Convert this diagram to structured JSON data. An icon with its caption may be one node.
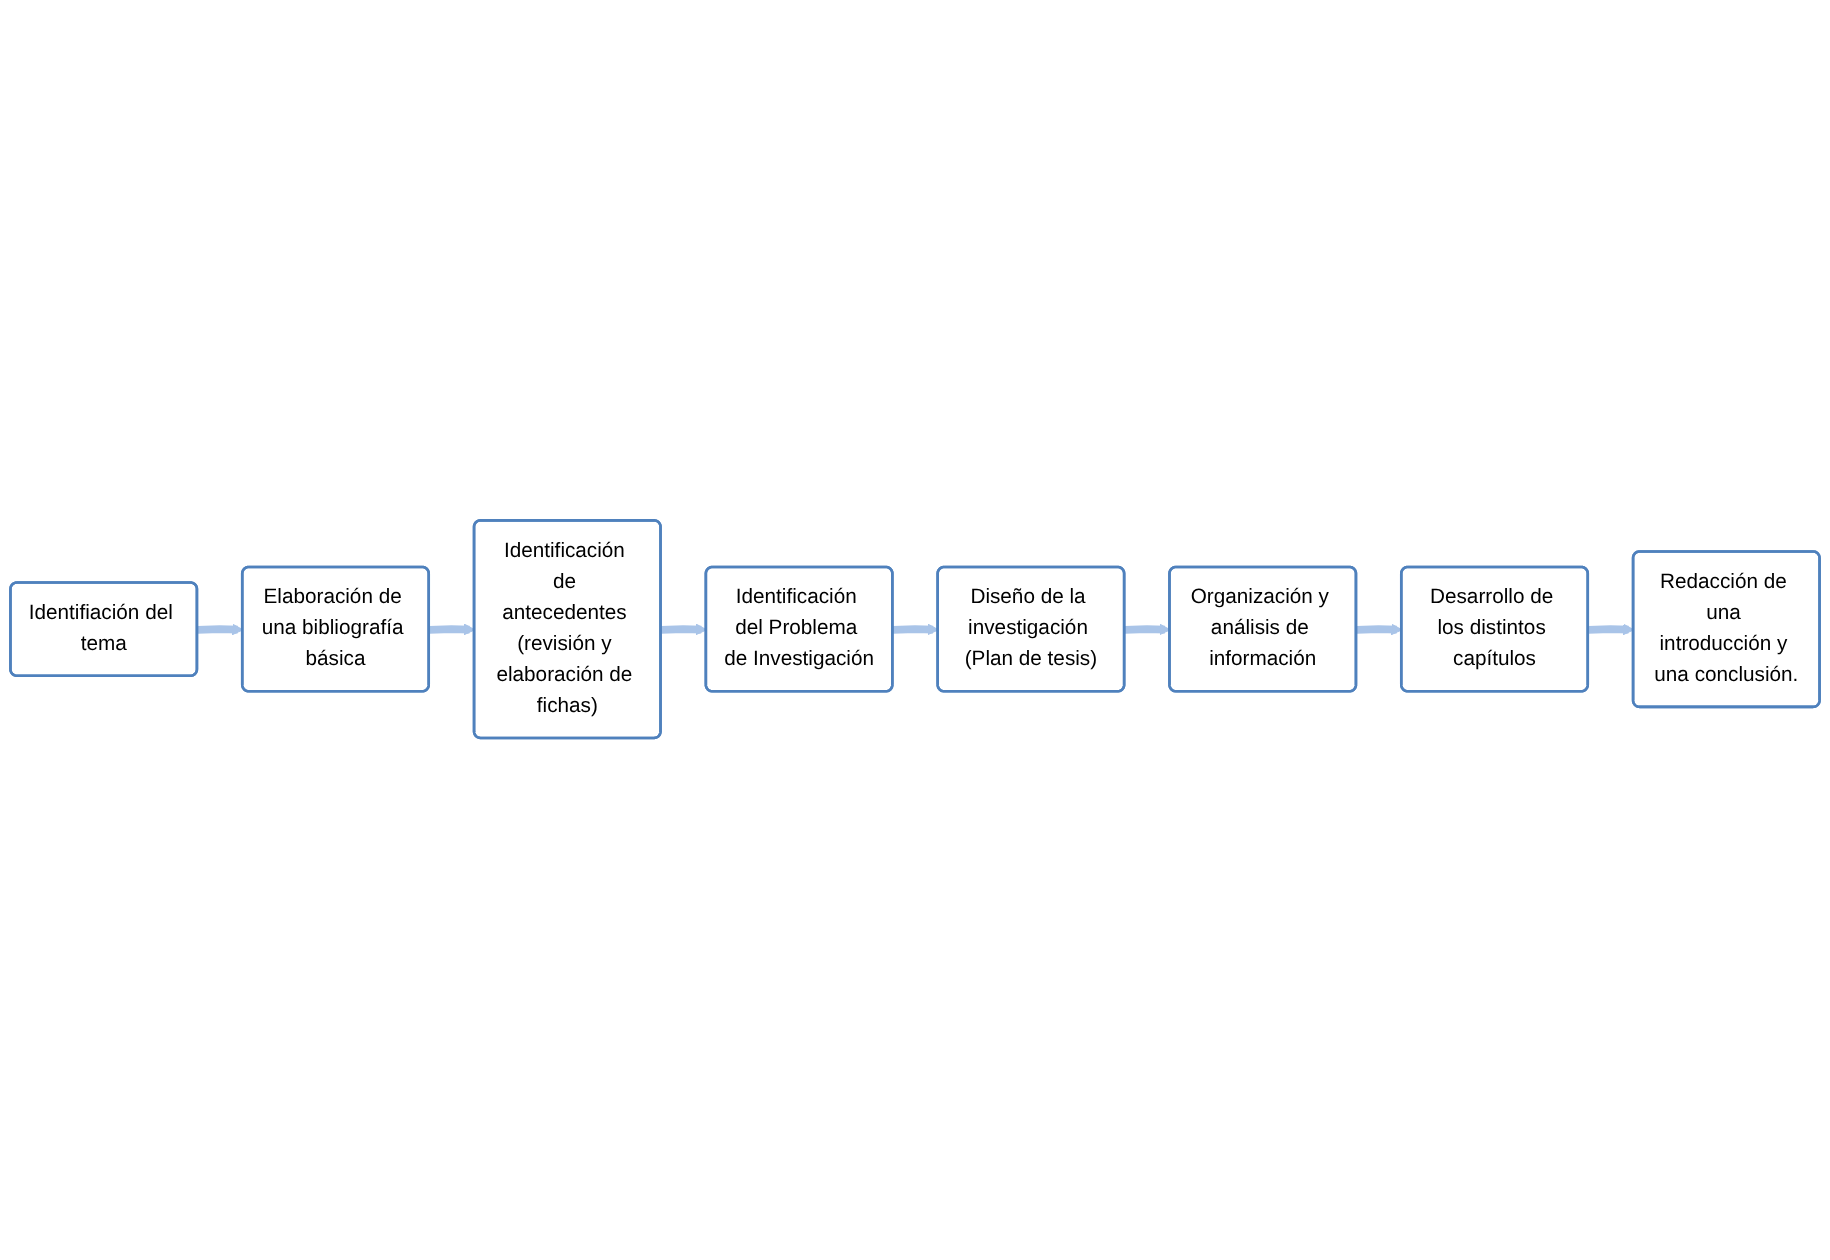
{
  "diagram": {
    "nodes": [
      {
        "text": [
          "Identifiación del tema"
        ]
      },
      {
        "text": [
          "Elaboración de una bibliografía básica"
        ]
      },
      {
        "text": [
          "Identificación de antecedentes (revisión y elaboración de fichas)"
        ]
      },
      {
        "text": [
          "Identificación del Problema de Investigación"
        ]
      },
      {
        "text": [
          "Diseño de la investigación (Plan de tesis)"
        ]
      },
      {
        "text": [
          "Organización y análisis de información"
        ]
      },
      {
        "text": [
          "Desarrollo de los distintos capítulos"
        ]
      },
      {
        "text": [
          "Redacción de una introducción y una conclusión."
        ]
      }
    ],
    "edges": [
      {
        "from": 0,
        "to": 1,
        "arrow": "to"
      },
      {
        "from": 1,
        "to": 2,
        "arrow": "to"
      },
      {
        "from": 2,
        "to": 3,
        "arrow": "to"
      },
      {
        "from": 3,
        "to": 4,
        "arrow": "to"
      },
      {
        "from": 4,
        "to": 5,
        "arrow": "to"
      },
      {
        "from": 5,
        "to": 6,
        "arrow": "to"
      },
      {
        "from": 6,
        "to": 7,
        "arrow": "to"
      }
    ]
  }
}
